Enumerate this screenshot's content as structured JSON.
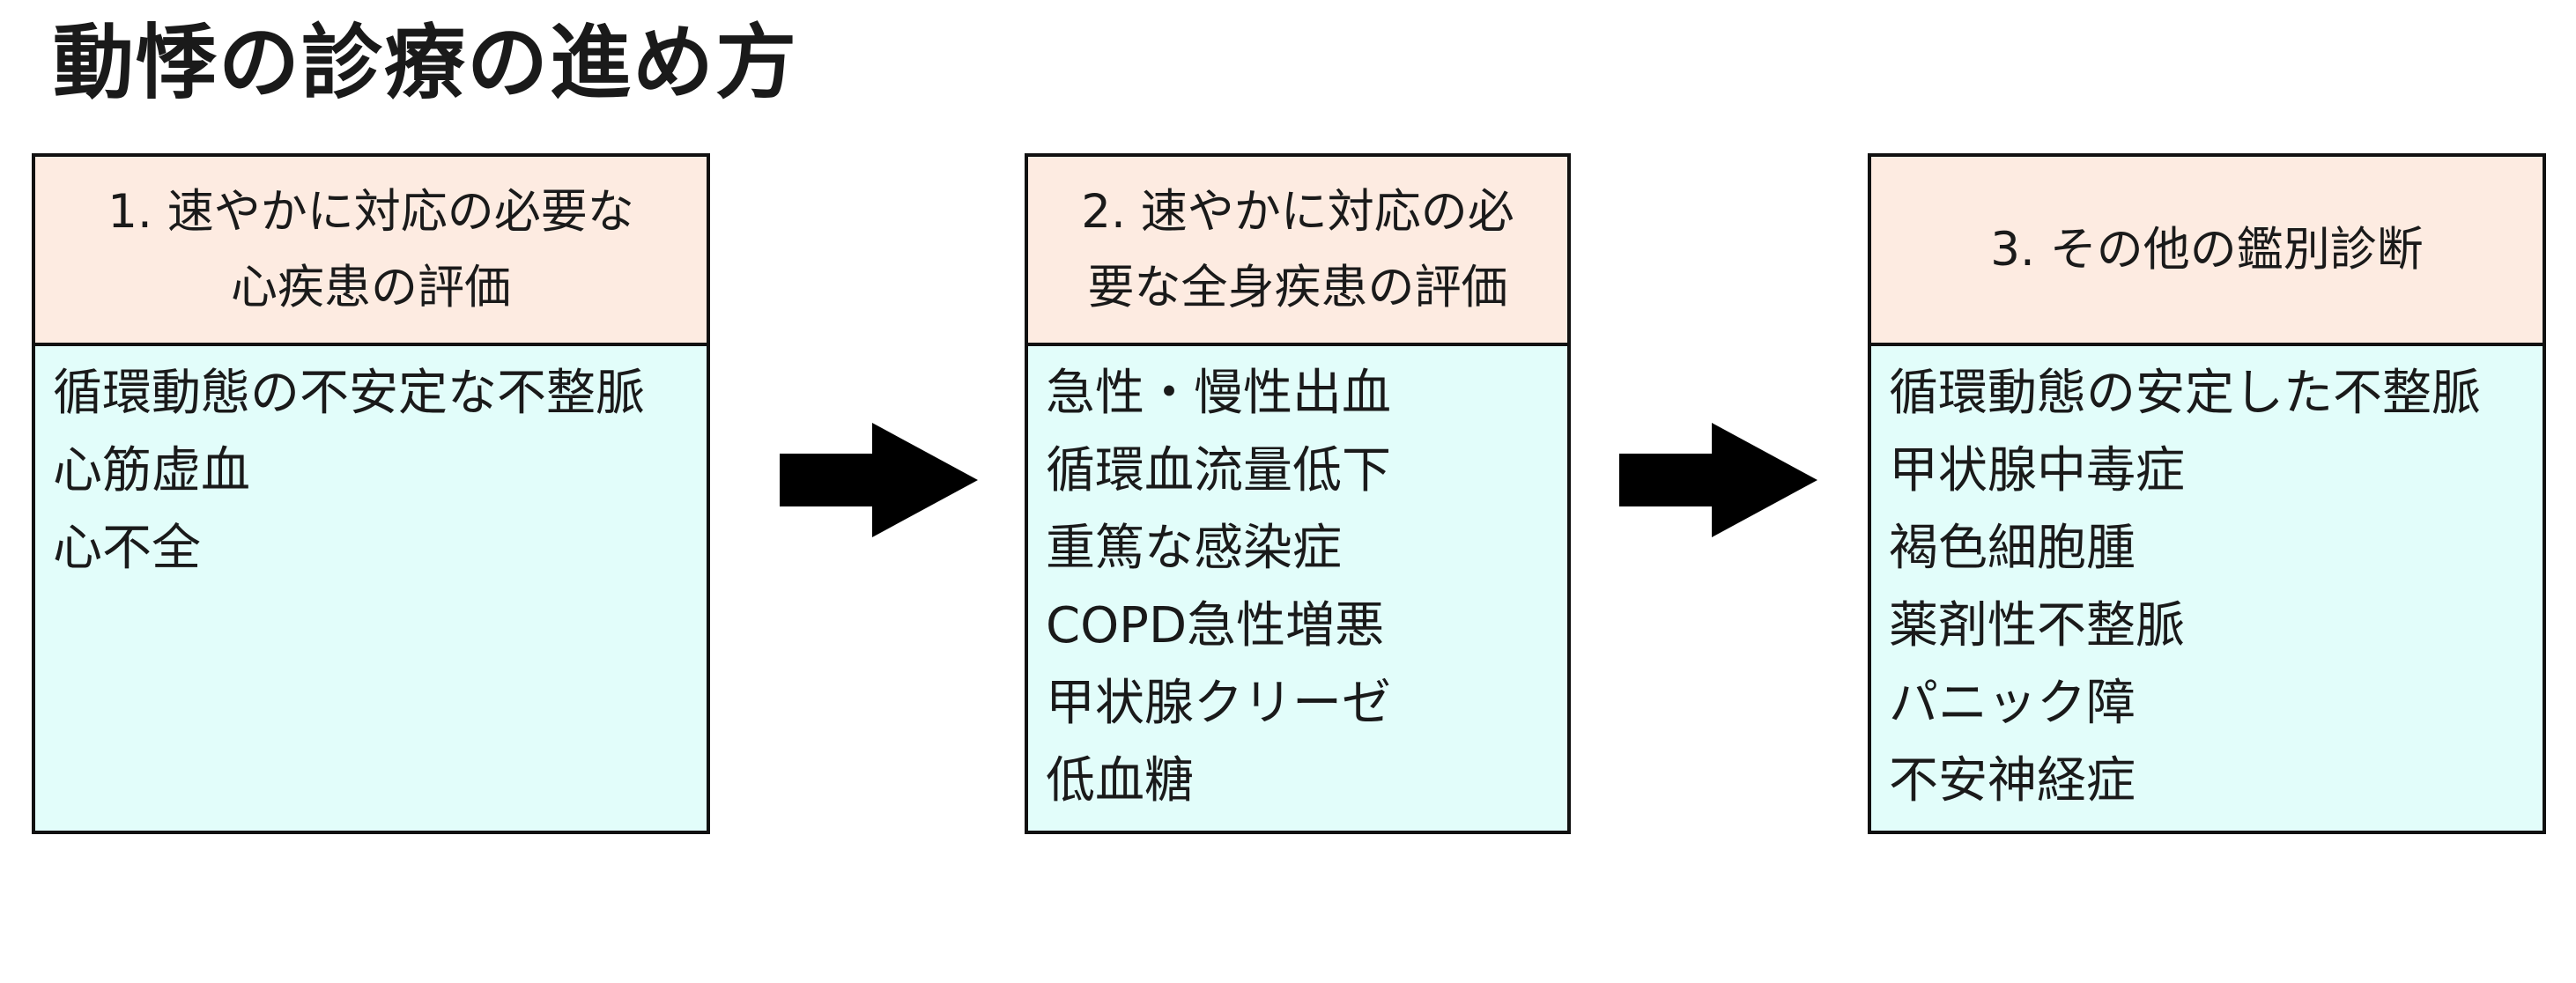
{
  "title": "動悸の診療の進め方",
  "boxes": [
    {
      "header_line1": "1. 速やかに対応の必要な",
      "header_line2": "心疾患の評価",
      "items": [
        "循環動態の不安定な不整脈",
        "心筋虚血",
        "心不全"
      ]
    },
    {
      "header_line1": "2. 速やかに対応の必",
      "header_line2": "要な全身疾患の評価",
      "items": [
        "急性・慢性出血",
        "循環血流量低下",
        "重篤な感染症",
        "COPD急性増悪",
        "甲状腺クリーゼ",
        "低血糖"
      ]
    },
    {
      "header_line1": "3. その他の鑑別診断",
      "header_line2": "",
      "items": [
        "循環動態の安定した不整脈",
        "甲状腺中毒症",
        "褐色細胞腫",
        "薬剤性不整脈",
        "パニック障",
        "不安神経症"
      ]
    }
  ],
  "colors": {
    "header_bg": "#fdebe1",
    "body_bg": "#e2fdfa",
    "border": "#111111",
    "arrow": "#000000"
  },
  "icons": [
    "right-arrow-icon",
    "right-arrow-icon"
  ]
}
